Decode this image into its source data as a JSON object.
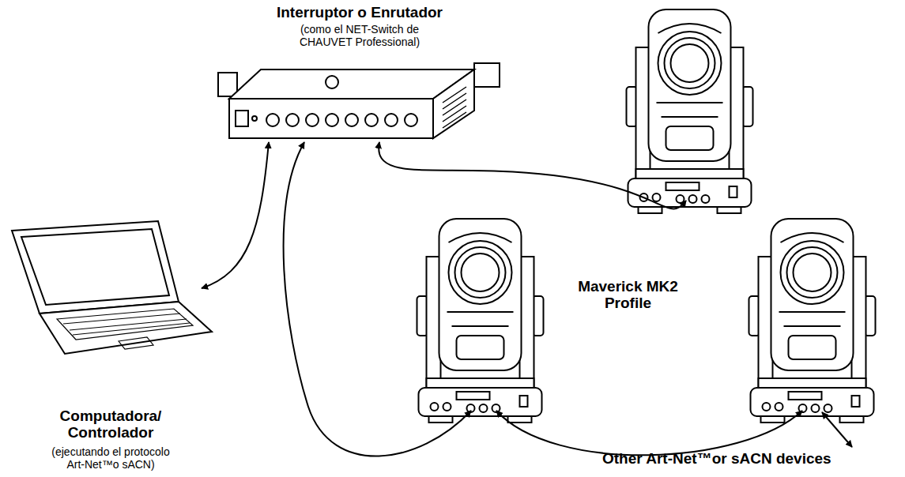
{
  "diagram": {
    "nodes": [
      {
        "text": [
          "Interruptor o Enrutador",
          "(como el NET-Switch de CHAUVET Professional)"
        ]
      },
      {
        "text": [
          "Computadora/ Controlador",
          "(ejecutando el protocolo Art-Net™o sACN)"
        ]
      }
    ],
    "edges": [
      {
        "from": 0,
        "to": 1,
        "arrow": "both"
      }
    ],
    "labels": [
      "Maverick MK2 Profile",
      "Other Art-Net™or sACN devices"
    ]
  }
}
